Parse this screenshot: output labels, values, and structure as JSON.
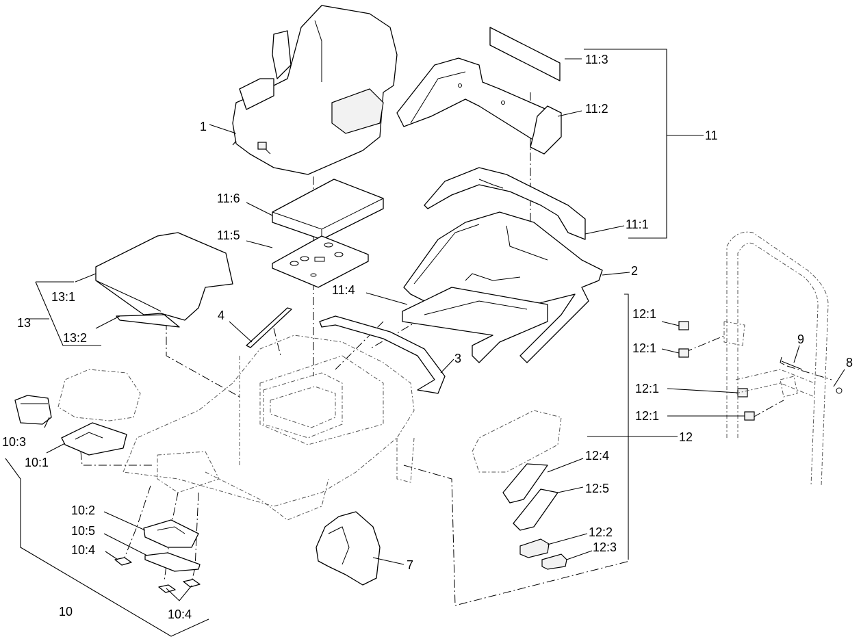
{
  "labels": {
    "l1": "1",
    "l2": "2",
    "l3": "3",
    "l4": "4",
    "l7": "7",
    "l8": "8",
    "l9": "9",
    "l10": "10",
    "l10_1": "10:1",
    "l10_2": "10:2",
    "l10_3": "10:3",
    "l10_4a": "10:4",
    "l10_4b": "10:4",
    "l10_5": "10:5",
    "l11": "11",
    "l11_1": "11:1",
    "l11_2": "11:2",
    "l11_3": "11:3",
    "l11_4": "11:4",
    "l11_5": "11:5",
    "l11_6": "11:6",
    "l12": "12",
    "l12_1a": "12:1",
    "l12_1b": "12:1",
    "l12_1c": "12:1",
    "l12_1d": "12:1",
    "l12_2": "12:2",
    "l12_3": "12:3",
    "l12_4": "12:4",
    "l12_5": "12:5",
    "l13": "13",
    "l13_1": "13:1",
    "l13_2": "13:2"
  }
}
